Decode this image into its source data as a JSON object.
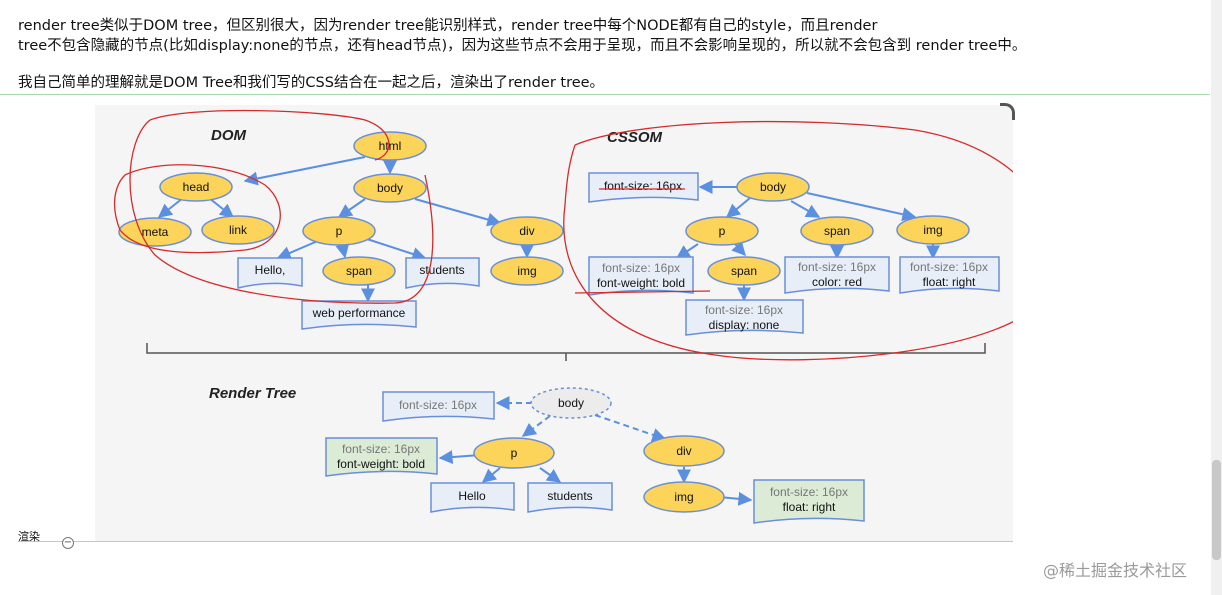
{
  "note": {
    "line1": "render tree类似于DOM tree，但区别很大，因为render tree能识别样式，render tree中每个NODE都有自己的style，而且render",
    "line2": "tree不包含隐藏的节点(比如display:none的节点，还有head节点)，因为这些节点不会用于呈现，而且不会影响呈现的，所以就不会包含到 render tree中。",
    "line3": "我自己简单的理解就是DOM Tree和我们写的CSS结合在一起之后，渲染出了render tree。"
  },
  "diagram": {
    "dom": {
      "title": "DOM",
      "nodes": {
        "html": "html",
        "head": "head",
        "body": "body",
        "meta": "meta",
        "link": "link",
        "p": "p",
        "div": "div",
        "span": "span",
        "img": "img"
      },
      "texts": {
        "hello": "Hello,",
        "students": "students",
        "web": "web performance"
      }
    },
    "cssom": {
      "title": "CSSOM",
      "nodes": {
        "body": "body",
        "p": "p",
        "span_child": "span",
        "span": "span",
        "img": "img"
      },
      "boxes": {
        "body_fs": "font-size: 16px",
        "p_fs": "font-size: 16px",
        "p_fw": "font-weight: bold",
        "span_fs": "font-size: 16px",
        "span_disp": "display: none",
        "span2_fs": "font-size: 16px",
        "span2_color": "color: red",
        "img_fs": "font-size: 16px",
        "img_float": "float: right"
      }
    },
    "render": {
      "title": "Render Tree",
      "nodes": {
        "body": "body",
        "p": "p",
        "div": "div",
        "img": "img"
      },
      "boxes": {
        "body_fs": "font-size: 16px",
        "p_fs": "font-size: 16px",
        "p_fw": "font-weight: bold",
        "img_fs": "font-size: 16px",
        "img_float": "float: right"
      },
      "texts": {
        "hello": "Hello",
        "students": "students"
      }
    }
  },
  "footer": {
    "label": "渲染",
    "collapse_symbol": "−",
    "watermark": "@稀土掘金技术社区"
  },
  "colors": {
    "node_fill": "#fcd45a",
    "node_stroke": "#6b8fd6",
    "arrow": "#5b8fe0",
    "box_blue": "#e8eef8",
    "box_green": "#dcebd6",
    "red_annotation": "#d62b2b",
    "divider_green": "#a8d8b0"
  }
}
